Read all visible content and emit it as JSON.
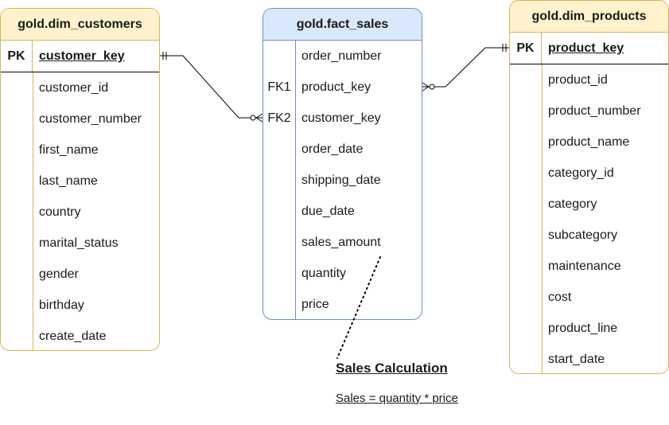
{
  "entities": {
    "customers": {
      "title": "gold.dim_customers",
      "pk_label": "PK",
      "pk_field": "customer_key",
      "fields": [
        "customer_id",
        "customer_number",
        "first_name",
        "last_name",
        "country",
        "marital_status",
        "gender",
        "birthday",
        "create_date"
      ]
    },
    "sales": {
      "title": "gold.fact_sales",
      "rows": [
        {
          "key": "",
          "field": "order_number"
        },
        {
          "key": "FK1",
          "field": "product_key"
        },
        {
          "key": "FK2",
          "field": "customer_key"
        },
        {
          "key": "",
          "field": "order_date"
        },
        {
          "key": "",
          "field": "shipping_date"
        },
        {
          "key": "",
          "field": "due_date"
        },
        {
          "key": "",
          "field": "sales_amount"
        },
        {
          "key": "",
          "field": "quantity"
        },
        {
          "key": "",
          "field": "price"
        }
      ]
    },
    "products": {
      "title": "gold.dim_products",
      "pk_label": "PK",
      "pk_field": "product_key",
      "fields": [
        "product_id",
        "product_number",
        "product_name",
        "category_id",
        "category",
        "subcategory",
        "maintenance",
        "cost",
        "product_line",
        "start_date"
      ]
    }
  },
  "note": {
    "title": "Sales Calculation",
    "formula": "Sales = quantity * price"
  },
  "colors": {
    "dim_header": "#fff2cc",
    "dim_border": "#d6b656",
    "fact_header": "#dae8fc",
    "fact_border": "#6c8ebf"
  }
}
